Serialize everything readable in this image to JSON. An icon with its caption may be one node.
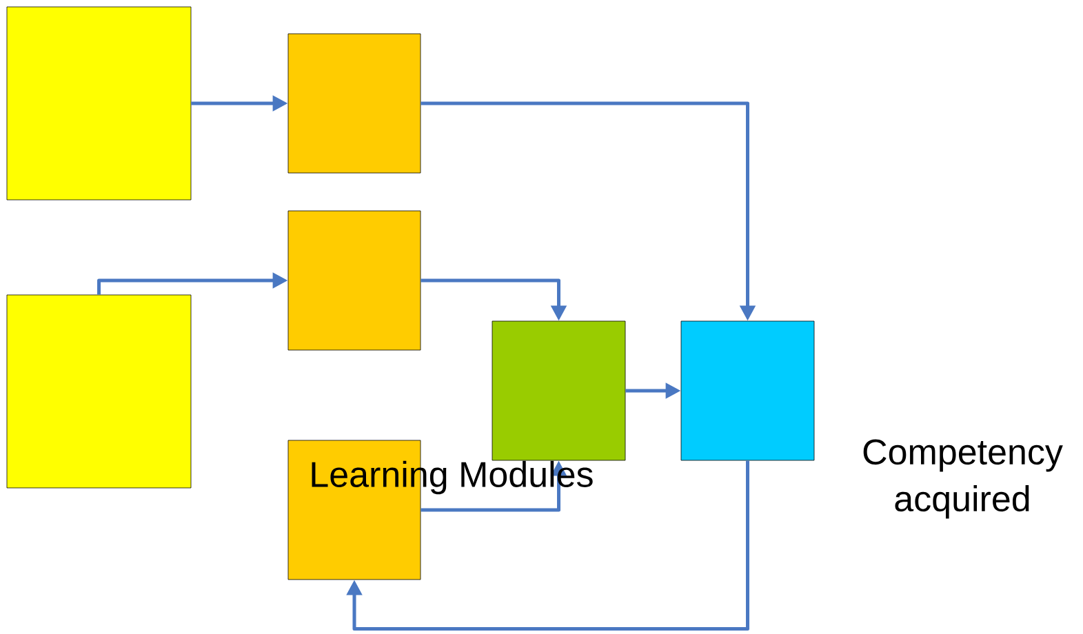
{
  "diagram": {
    "nodes": [
      {
        "text": [],
        "shape": "box"
      },
      {
        "text": [],
        "shape": "box"
      },
      {
        "text": [],
        "shape": "box"
      },
      {
        "text": [],
        "shape": "box"
      },
      {
        "text": [],
        "shape": "box"
      },
      {
        "text": [],
        "shape": "box"
      },
      {
        "text": [],
        "shape": "box"
      }
    ],
    "edges": [
      {
        "from": 0,
        "to": 1,
        "arrow": "to"
      },
      {
        "from": 1,
        "to": 6,
        "arrow": "to"
      },
      {
        "from": 2,
        "to": 3,
        "arrow": "to"
      },
      {
        "from": 3,
        "to": 4,
        "arrow": "to"
      },
      {
        "from": 4,
        "to": 6,
        "arrow": "to"
      },
      {
        "from": 5,
        "to": 4,
        "arrow": "to"
      },
      {
        "from": 6,
        "to": 5,
        "arrow": "to"
      }
    ],
    "labels": [
      "Learning Modules",
      "Competency acquired"
    ]
  }
}
